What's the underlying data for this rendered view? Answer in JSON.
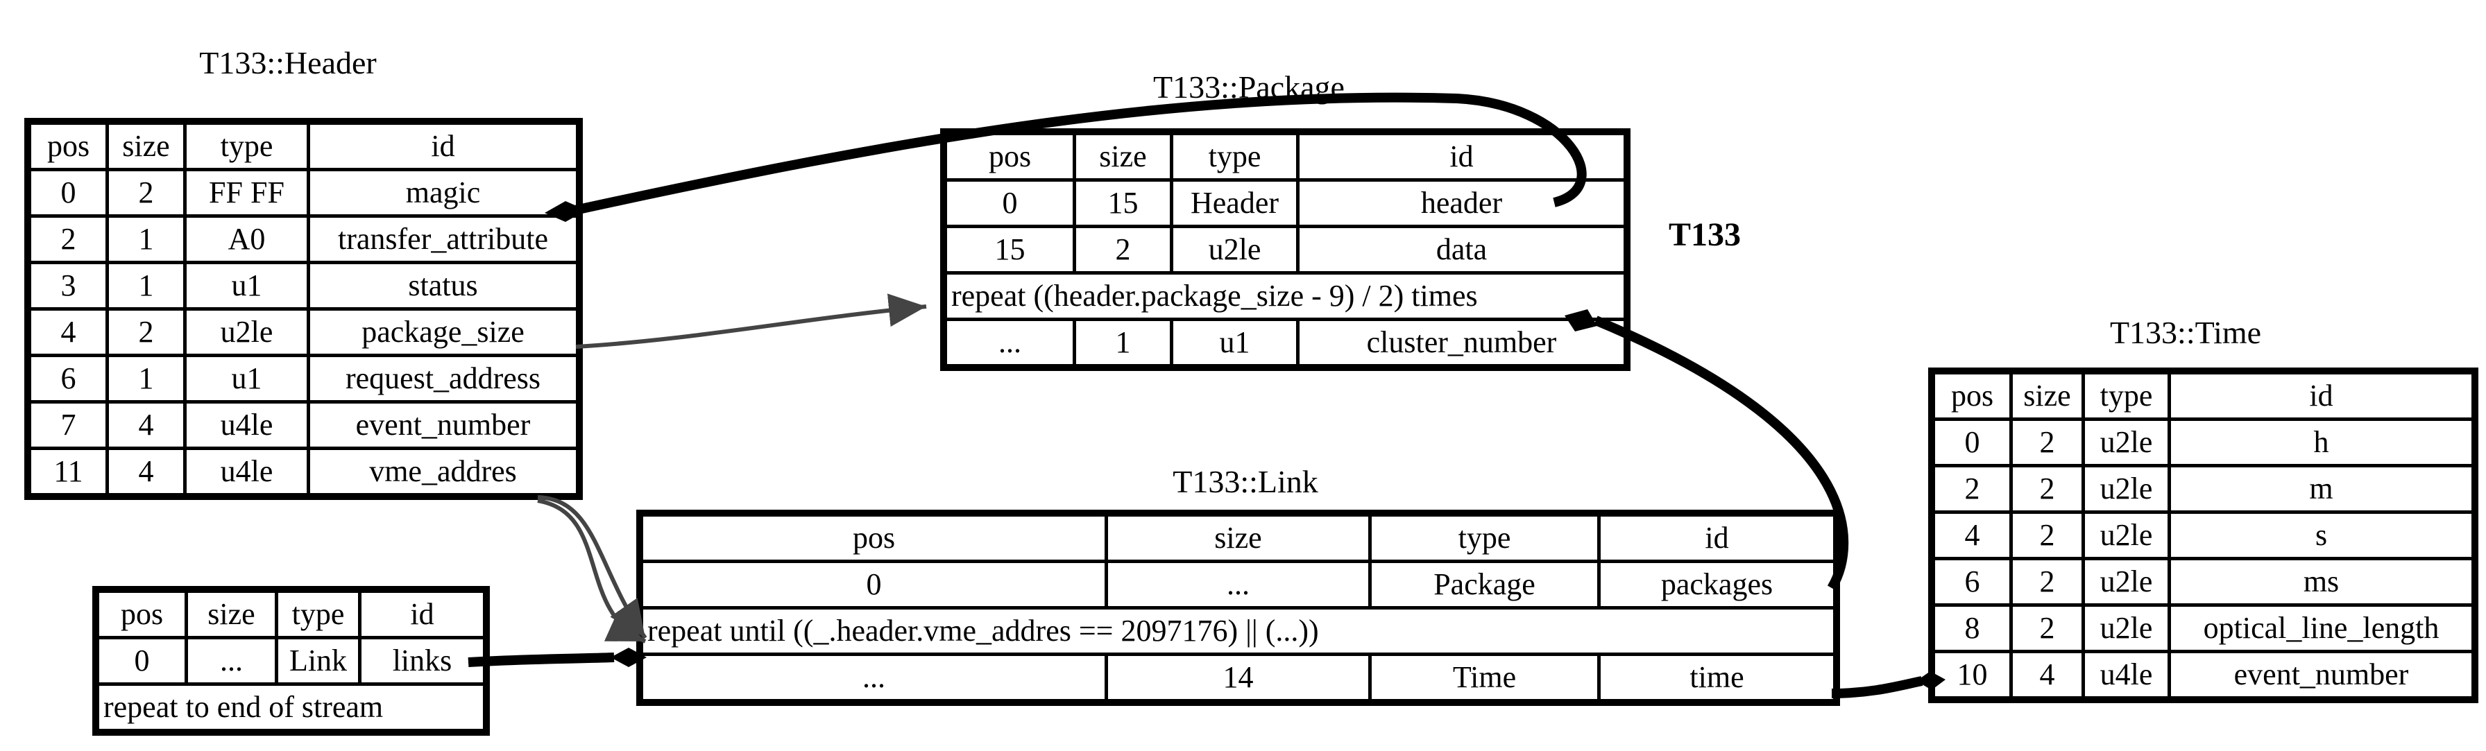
{
  "main_title": "T133",
  "header": {
    "title": "T133::Header",
    "columns": [
      "pos",
      "size",
      "type",
      "id"
    ],
    "rows": [
      [
        "0",
        "2",
        "FF FF",
        "magic"
      ],
      [
        "2",
        "1",
        "A0",
        "transfer_attribute"
      ],
      [
        "3",
        "1",
        "u1",
        "status"
      ],
      [
        "4",
        "2",
        "u2le",
        "package_size"
      ],
      [
        "6",
        "1",
        "u1",
        "request_address"
      ],
      [
        "7",
        "4",
        "u4le",
        "event_number"
      ],
      [
        "11",
        "4",
        "u4le",
        "vme_addres"
      ]
    ]
  },
  "package": {
    "title": "T133::Package",
    "columns": [
      "pos",
      "size",
      "type",
      "id"
    ],
    "rows": [
      [
        "0",
        "15",
        "Header",
        "header"
      ],
      [
        "15",
        "2",
        "u2le",
        "data"
      ]
    ],
    "repeat": "repeat ((header.package_size - 9) / 2) times",
    "last_row": [
      "...",
      "1",
      "u1",
      "cluster_number"
    ]
  },
  "link": {
    "title": "T133::Link",
    "columns": [
      "pos",
      "size",
      "type",
      "id"
    ],
    "row1": [
      "0",
      "...",
      "Package",
      "packages"
    ],
    "repeat": "repeat until  ((_.header.vme_addres == 2097176) || (...))",
    "row2": [
      "...",
      "14",
      "Time",
      "time"
    ]
  },
  "root": {
    "columns": [
      "pos",
      "size",
      "type",
      "id"
    ],
    "row": [
      "0",
      "...",
      "Link",
      "links"
    ],
    "repeat": "repeat to end of stream"
  },
  "time": {
    "title": "T133::Time",
    "columns": [
      "pos",
      "size",
      "type",
      "id"
    ],
    "rows": [
      [
        "0",
        "2",
        "u2le",
        "h"
      ],
      [
        "2",
        "2",
        "u2le",
        "m"
      ],
      [
        "4",
        "2",
        "u2le",
        "s"
      ],
      [
        "6",
        "2",
        "u2le",
        "ms"
      ],
      [
        "8",
        "2",
        "u2le",
        "optical_line_length"
      ],
      [
        "10",
        "4",
        "u4le",
        "event_number"
      ]
    ]
  }
}
